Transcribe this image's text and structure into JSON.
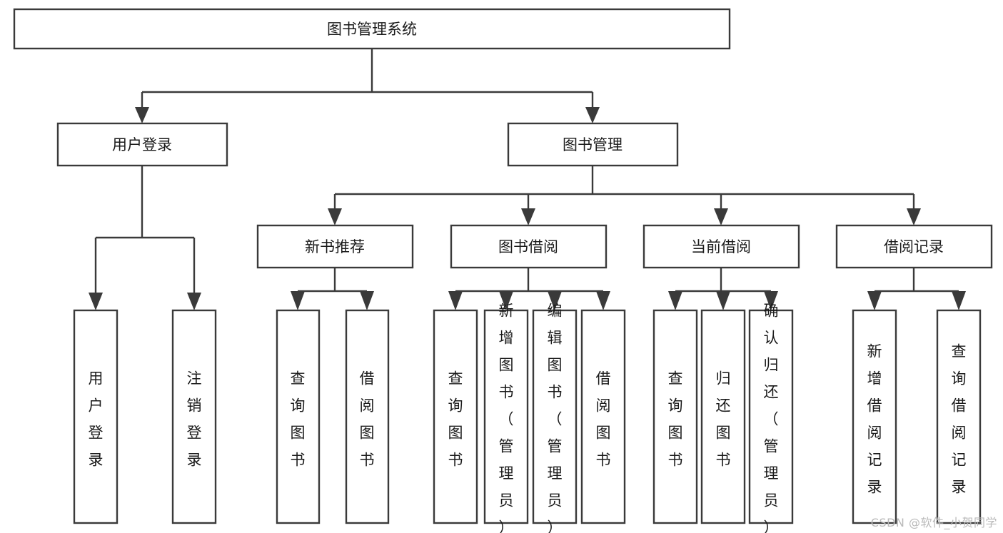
{
  "diagram": {
    "type": "tree-hierarchy",
    "title": "图书管理系统",
    "root": {
      "id": "root",
      "label": "图书管理系统",
      "orientation": "horizontal"
    },
    "level1": [
      {
        "id": "user-login",
        "label": "用户登录",
        "orientation": "horizontal"
      },
      {
        "id": "book-manage",
        "label": "图书管理",
        "orientation": "horizontal"
      }
    ],
    "level2": [
      {
        "id": "new-book-recommend",
        "label": "新书推荐",
        "parent": "book-manage",
        "orientation": "horizontal"
      },
      {
        "id": "book-borrow",
        "label": "图书借阅",
        "parent": "book-manage",
        "orientation": "horizontal"
      },
      {
        "id": "current-borrow",
        "label": "当前借阅",
        "parent": "book-manage",
        "orientation": "horizontal"
      },
      {
        "id": "borrow-record",
        "label": "借阅记录",
        "parent": "book-manage",
        "orientation": "horizontal"
      }
    ],
    "leaves": [
      {
        "id": "leaf-user-login",
        "label": "用户登录",
        "parent": "user-login",
        "orientation": "vertical"
      },
      {
        "id": "leaf-user-logout",
        "label": "注销登录",
        "parent": "user-login",
        "orientation": "vertical"
      },
      {
        "id": "leaf-query-book-1",
        "label": "查询图书",
        "parent": "new-book-recommend",
        "orientation": "vertical"
      },
      {
        "id": "leaf-borrow-book-1",
        "label": "借阅图书",
        "parent": "new-book-recommend",
        "orientation": "vertical"
      },
      {
        "id": "leaf-query-book-2",
        "label": "查询图书",
        "parent": "book-borrow",
        "orientation": "vertical"
      },
      {
        "id": "leaf-add-book",
        "label": "新增图书（管理员）",
        "parent": "book-borrow",
        "orientation": "vertical"
      },
      {
        "id": "leaf-edit-book",
        "label": "编辑图书（管理员）",
        "parent": "book-borrow",
        "orientation": "vertical"
      },
      {
        "id": "leaf-borrow-book-2",
        "label": "借阅图书",
        "parent": "book-borrow",
        "orientation": "vertical"
      },
      {
        "id": "leaf-query-book-3",
        "label": "查询图书",
        "parent": "current-borrow",
        "orientation": "vertical"
      },
      {
        "id": "leaf-return-book",
        "label": "归还图书",
        "parent": "current-borrow",
        "orientation": "vertical"
      },
      {
        "id": "leaf-confirm-return",
        "label": "确认归还（管理员）",
        "parent": "current-borrow",
        "orientation": "vertical"
      },
      {
        "id": "leaf-add-record",
        "label": "新增借阅记录",
        "parent": "borrow-record",
        "orientation": "vertical"
      },
      {
        "id": "leaf-query-record",
        "label": "查询借阅记录",
        "parent": "borrow-record",
        "orientation": "vertical"
      }
    ],
    "colors": {
      "box_fill": "#ffffff",
      "box_stroke": "#3a3a3a",
      "connector": "#3a3a3a",
      "text": "#1a1a1a",
      "background": "#ffffff",
      "watermark": "#b9b9b9"
    }
  },
  "watermark": {
    "text": "CSDN @软件_小贺同学"
  }
}
